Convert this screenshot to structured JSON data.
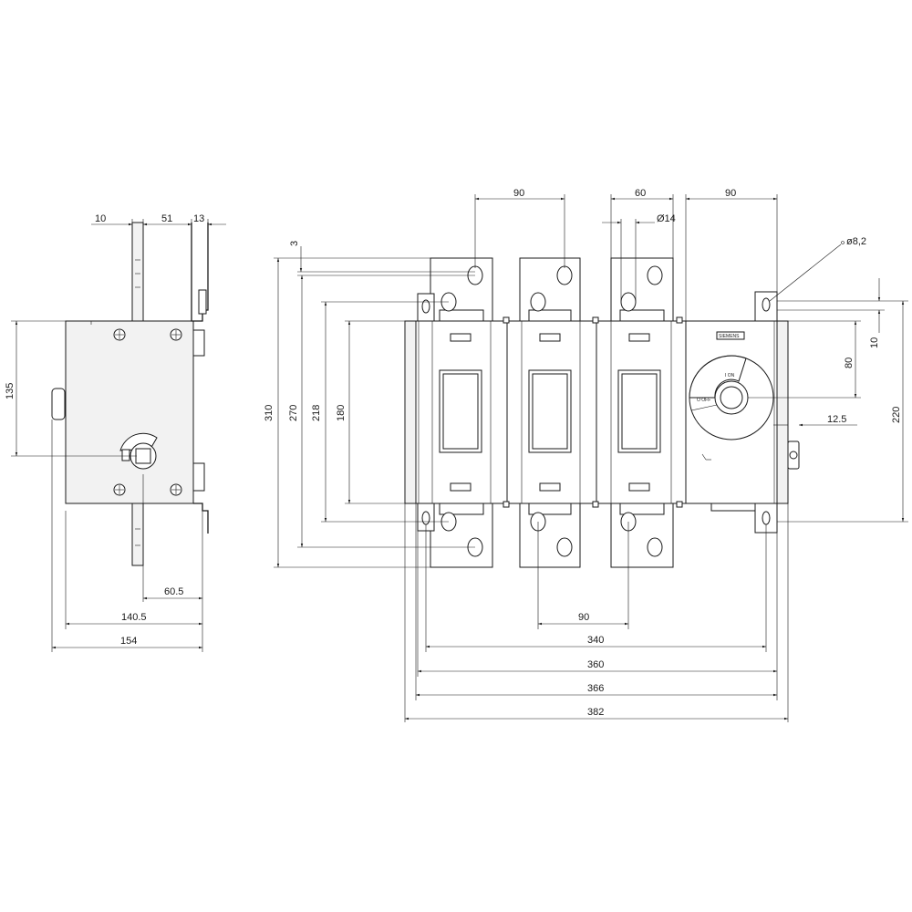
{
  "side_view": {
    "dims": {
      "top_a": "10",
      "top_b": "51",
      "top_c": "13",
      "height": "135",
      "d_60_5": "60.5",
      "d_140_5": "140.5",
      "d_154": "154"
    }
  },
  "front_view": {
    "dims": {
      "top_pole_pitch": "90",
      "top_slot": "60",
      "top_hole": "Ø14",
      "top_right": "90",
      "d_3": "3",
      "d_310": "310",
      "d_270": "270",
      "d_218": "218",
      "d_180": "180",
      "mount_hole": "ø8,2",
      "d_10": "10",
      "d_80": "80",
      "d_220": "220",
      "d_12_5": "12.5",
      "bottom_pole_pitch": "90",
      "d_340": "340",
      "d_360": "360",
      "d_366": "366",
      "d_382": "382"
    },
    "handle_positions": {
      "on": "I ON",
      "off": "O OFF"
    },
    "label_plate": "SIEMENS"
  }
}
